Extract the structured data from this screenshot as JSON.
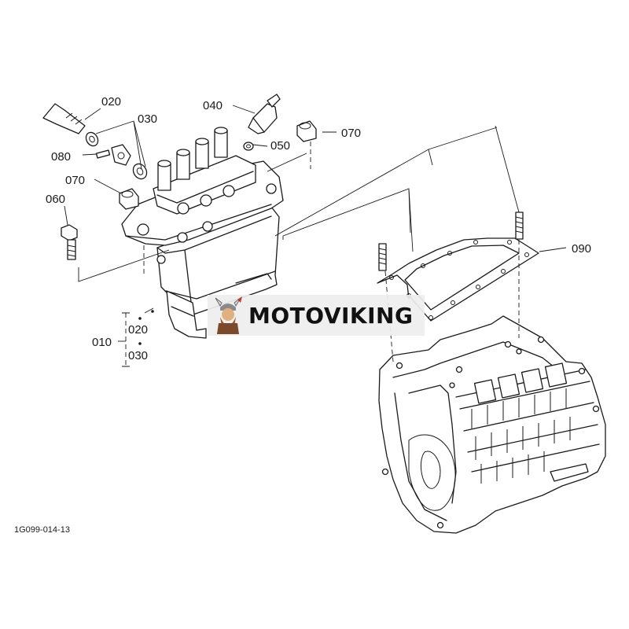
{
  "diagram": {
    "labels": {
      "p010": "010",
      "p020": "020",
      "p030": "030",
      "p040": "040",
      "p050": "050",
      "p060": "060",
      "p070": "070",
      "p080": "080",
      "p090": "090"
    },
    "figure_code": "1G099-014-13"
  },
  "watermark": {
    "brand": "MOTOVIKING",
    "accent_color": "#c0392b"
  }
}
